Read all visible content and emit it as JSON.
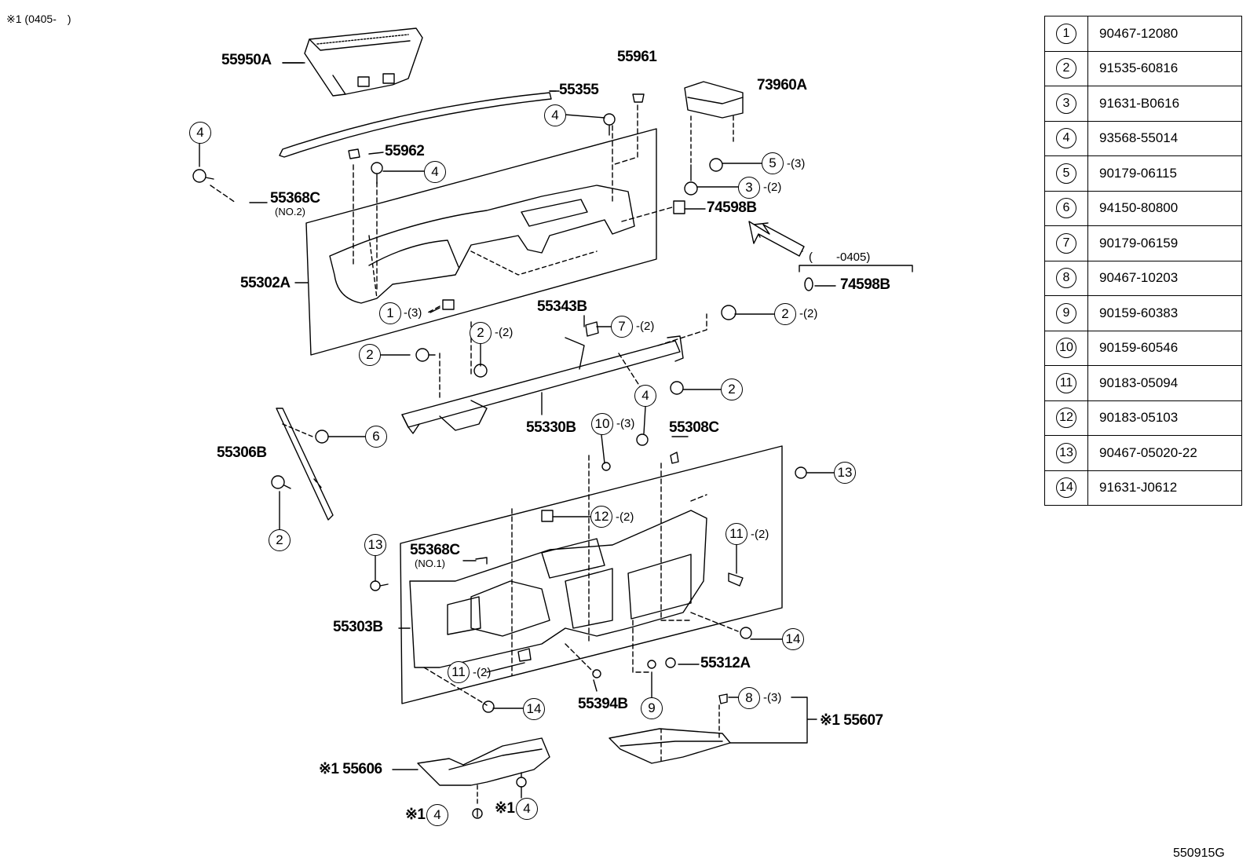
{
  "header_note": "※1 (0405-　)",
  "footer_code": "550915G",
  "part_labels": [
    {
      "id": "55950A",
      "text": "55950A"
    },
    {
      "id": "55355",
      "text": "55355"
    },
    {
      "id": "55961",
      "text": "55961"
    },
    {
      "id": "73960A",
      "text": "73960A"
    },
    {
      "id": "55962",
      "text": "55962"
    },
    {
      "id": "55368C-top",
      "text": "55368C"
    },
    {
      "id": "74598B",
      "text": "74598B"
    },
    {
      "id": "55302A",
      "text": "55302A"
    },
    {
      "id": "74598B-b",
      "text": "74598B"
    },
    {
      "id": "55343B",
      "text": "55343B"
    },
    {
      "id": "55330B",
      "text": "55330B"
    },
    {
      "id": "55308C",
      "text": "55308C"
    },
    {
      "id": "55306B",
      "text": "55306B"
    },
    {
      "id": "55368C-mid",
      "text": "55368C"
    },
    {
      "id": "55303B",
      "text": "55303B"
    },
    {
      "id": "55312A",
      "text": "55312A"
    },
    {
      "id": "55394B",
      "text": "55394B"
    },
    {
      "id": "55607",
      "text": "※1 55607"
    },
    {
      "id": "55606",
      "text": "※1 55606"
    }
  ],
  "sub_labels": {
    "no2": "(NO.2)",
    "no1": "(NO.1)",
    "range_0405": "(　　-0405)"
  },
  "callouts": [
    {
      "num": "4",
      "qty": ""
    },
    {
      "num": "4",
      "qty": ""
    },
    {
      "num": "4",
      "qty": ""
    },
    {
      "num": "5",
      "qty": "-(3)"
    },
    {
      "num": "3",
      "qty": "-(2)"
    },
    {
      "num": "1",
      "qty": "-(3)"
    },
    {
      "num": "7",
      "qty": "-(2)"
    },
    {
      "num": "2",
      "qty": "-(2)"
    },
    {
      "num": "2",
      "qty": ""
    },
    {
      "num": "2",
      "qty": "-(2)"
    },
    {
      "num": "2",
      "qty": ""
    },
    {
      "num": "6",
      "qty": ""
    },
    {
      "num": "10",
      "qty": "-(3)"
    },
    {
      "num": "4",
      "qty": ""
    },
    {
      "num": "2",
      "qty": ""
    },
    {
      "num": "13",
      "qty": ""
    },
    {
      "num": "12",
      "qty": "-(2)"
    },
    {
      "num": "11",
      "qty": "-(2)"
    },
    {
      "num": "13",
      "qty": ""
    },
    {
      "num": "14",
      "qty": ""
    },
    {
      "num": "11",
      "qty": "-(2)"
    },
    {
      "num": "9",
      "qty": ""
    },
    {
      "num": "8",
      "qty": "-(3)"
    },
    {
      "num": "14",
      "qty": ""
    },
    {
      "num": "4",
      "qty": "※1"
    },
    {
      "num": "4",
      "qty": "※1"
    }
  ],
  "legend": [
    {
      "key": "1",
      "part_no": "90467-12080"
    },
    {
      "key": "2",
      "part_no": "91535-60816"
    },
    {
      "key": "3",
      "part_no": "91631-B0616"
    },
    {
      "key": "4",
      "part_no": "93568-55014"
    },
    {
      "key": "5",
      "part_no": "90179-06115"
    },
    {
      "key": "6",
      "part_no": "94150-80800"
    },
    {
      "key": "7",
      "part_no": "90179-06159"
    },
    {
      "key": "8",
      "part_no": "90467-10203"
    },
    {
      "key": "9",
      "part_no": "90159-60383"
    },
    {
      "key": "10",
      "part_no": "90159-60546"
    },
    {
      "key": "11",
      "part_no": "90183-05094"
    },
    {
      "key": "12",
      "part_no": "90183-05103"
    },
    {
      "key": "13",
      "part_no": "90467-05020-22"
    },
    {
      "key": "14",
      "part_no": "91631-J0612"
    }
  ]
}
